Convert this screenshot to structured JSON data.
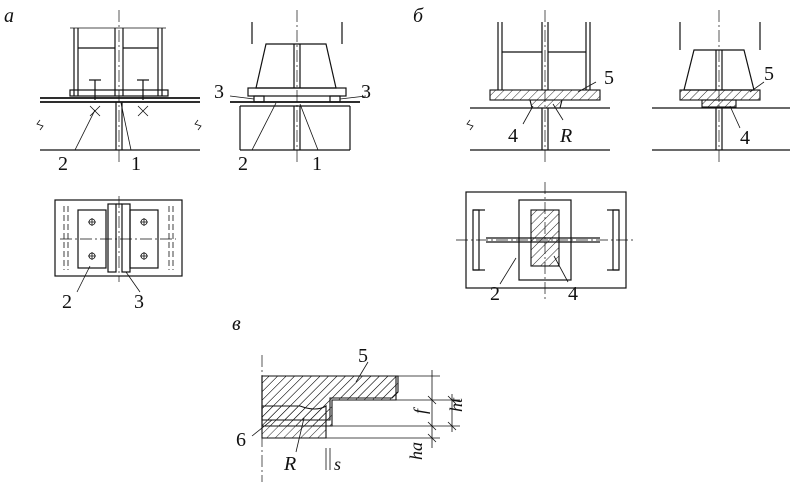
{
  "panels": {
    "a": "а",
    "b": "б",
    "v": "в"
  },
  "labels": {
    "n1": "1",
    "n2": "2",
    "n3": "3",
    "n4": "4",
    "n5": "5",
    "n6": "6",
    "R": "R",
    "f": "f",
    "ht": "ht",
    "ha": "ha",
    "s": "s"
  }
}
